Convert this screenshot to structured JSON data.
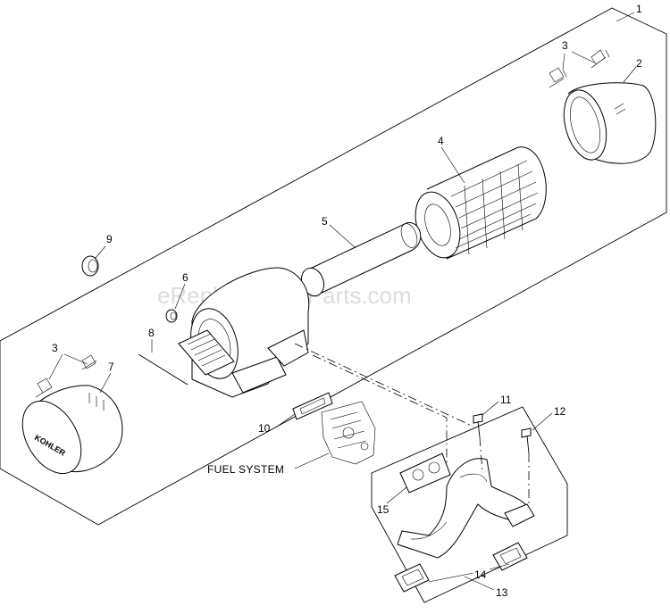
{
  "callouts": {
    "c1": "1",
    "c2": "2",
    "c3a": "3",
    "c3b": "3",
    "c4": "4",
    "c5": "5",
    "c6": "6",
    "c7": "7",
    "c8": "8",
    "c9": "9",
    "c10": "10",
    "c11": "11",
    "c12": "12",
    "c13": "13",
    "c14": "14",
    "c15": "15"
  },
  "labels": {
    "fuel_system": "FUEL SYSTEM"
  },
  "watermark": "eReplacementParts.com",
  "brand_marks": {
    "kohler_logo": "KOHLER"
  }
}
